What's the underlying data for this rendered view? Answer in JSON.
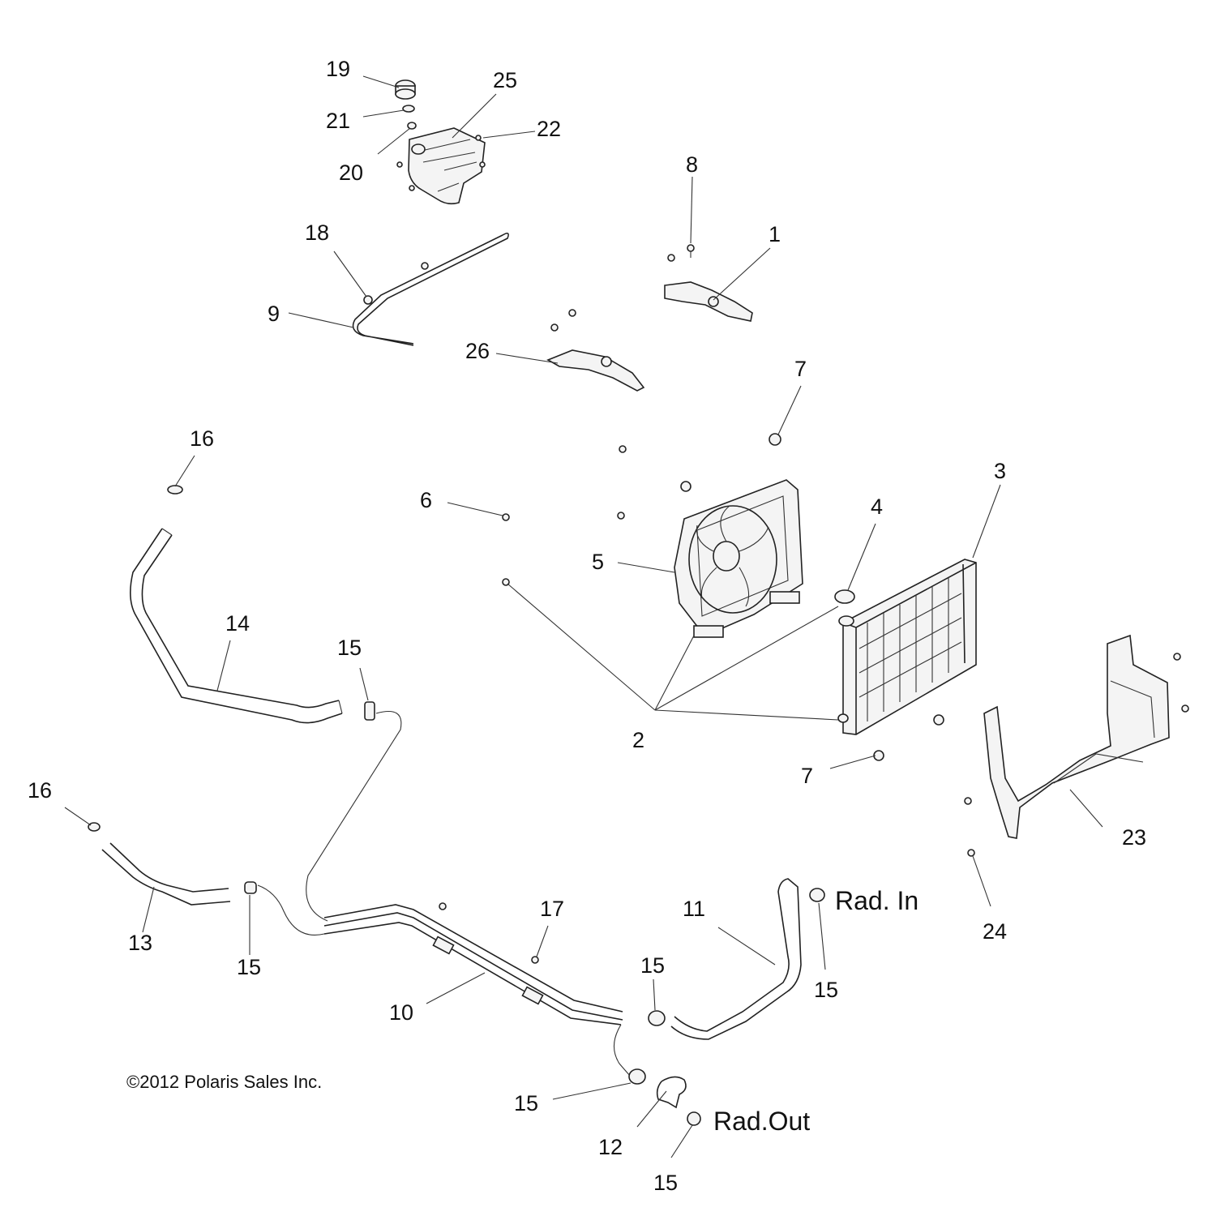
{
  "callouts": {
    "c1": "1",
    "c2": "2",
    "c3": "3",
    "c4": "4",
    "c5": "5",
    "c6": "6",
    "c7": "7",
    "c8": "8",
    "c9": "9",
    "c10": "10",
    "c11": "11",
    "c12": "12",
    "c13": "13",
    "c14": "14",
    "c15": "15",
    "c16": "16",
    "c17": "17",
    "c18": "18",
    "c19": "19",
    "c20": "20",
    "c21": "21",
    "c22": "22",
    "c23": "23",
    "c24": "24",
    "c25": "25",
    "c26": "26"
  },
  "tags": {
    "rad_in": "Rad. In",
    "rad_out": "Rad.Out"
  },
  "copyright": "©2012 Polaris Sales Inc."
}
